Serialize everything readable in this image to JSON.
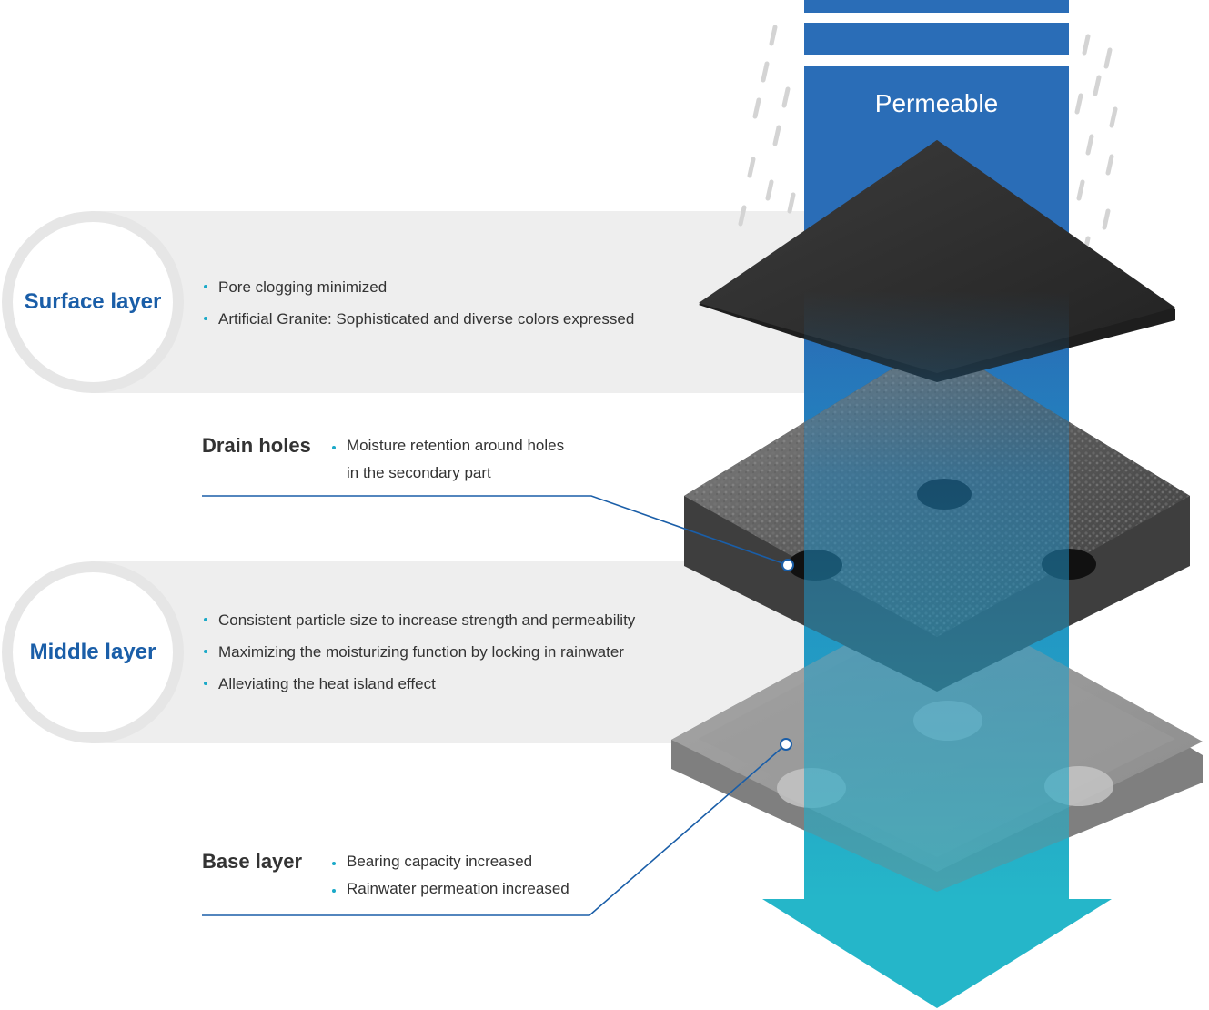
{
  "arrow": {
    "label": "Permeable"
  },
  "surface_layer": {
    "title": "Surface layer",
    "items": [
      "Pore clogging minimized",
      "Artificial Granite: Sophisticated and diverse colors expressed"
    ]
  },
  "drain_holes": {
    "title": "Drain holes",
    "items": [
      "Moisture retention around holes",
      "in the secondary part"
    ]
  },
  "middle_layer": {
    "title": "Middle layer",
    "items": [
      "Consistent particle size to increase strength and permeability",
      "Maximizing the moisturizing function by locking in rainwater",
      "Alleviating the heat island effect"
    ]
  },
  "base_layer": {
    "title": "Base layer",
    "items": [
      "Bearing capacity increased",
      "Rainwater permeation increased"
    ]
  },
  "colors": {
    "title_blue": "#1a5ea8",
    "arrow_blue": "#2a6db7",
    "arrow_teal": "#25b6c9",
    "bullet_dot": "#1aa9c8",
    "band_grey": "#eeeeee"
  }
}
